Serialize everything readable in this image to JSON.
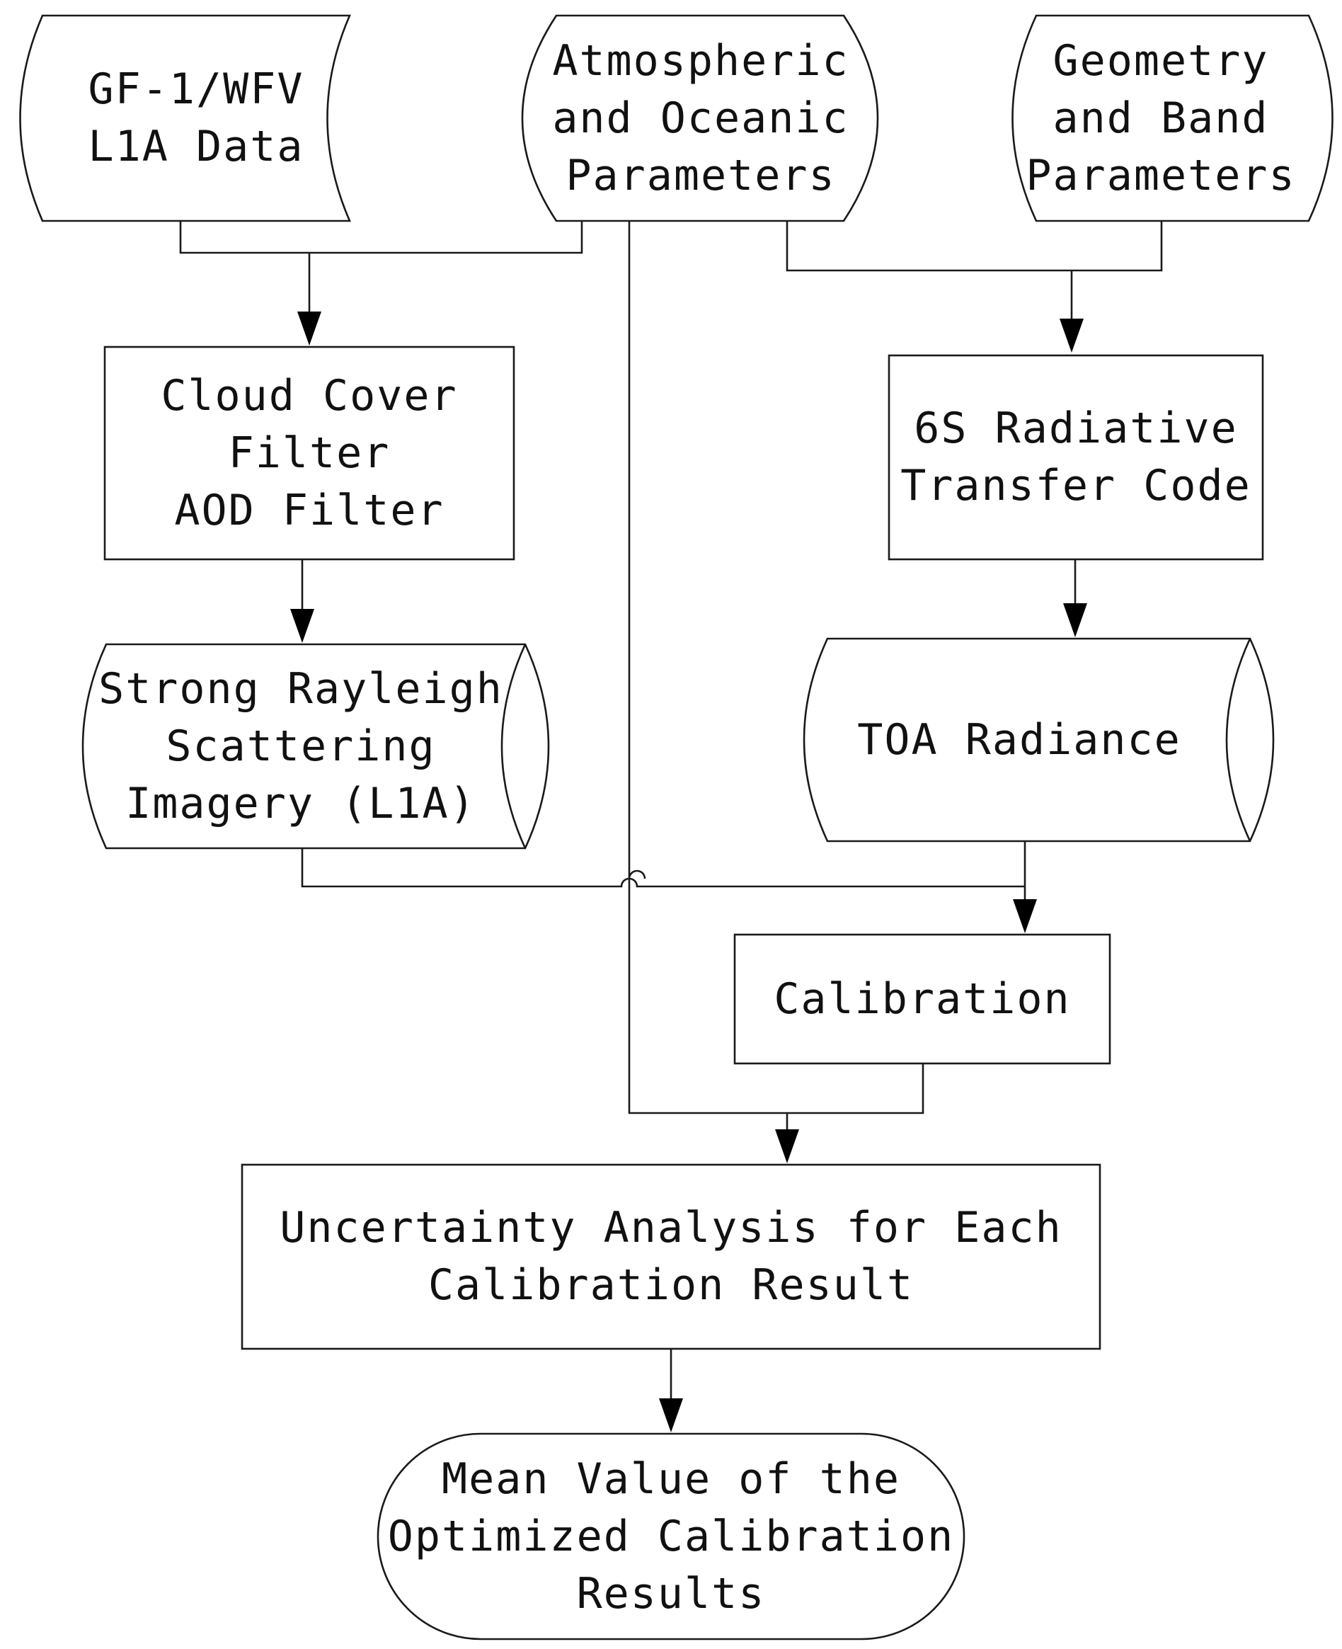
{
  "diagram": {
    "nodes": {
      "gf1_data": {
        "shape": "stored-data",
        "lines": [
          "GF-1/WFV",
          "L1A Data"
        ]
      },
      "atmo_params": {
        "shape": "stored-data",
        "lines": [
          "Atmospheric",
          "and Oceanic",
          "Parameters"
        ]
      },
      "geometry_params": {
        "shape": "stored-data",
        "lines": [
          "Geometry",
          "and Band",
          "Parameters"
        ]
      },
      "cloud_filter": {
        "shape": "process",
        "lines": [
          "Cloud Cover",
          "Filter",
          "AOD Filter"
        ]
      },
      "rt_code": {
        "shape": "process",
        "lines": [
          "6S Radiative",
          "Transfer Code"
        ]
      },
      "rayleigh_imagery": {
        "shape": "direct-access-storage",
        "lines": [
          "Strong Rayleigh",
          "Scattering",
          "Imagery (L1A)"
        ]
      },
      "toa_radiance": {
        "shape": "direct-access-storage",
        "lines": [
          "TOA Radiance"
        ]
      },
      "calibration": {
        "shape": "process",
        "lines": [
          "Calibration"
        ]
      },
      "uncertainty": {
        "shape": "process",
        "lines": [
          "Uncertainty Analysis for Each",
          "Calibration Result"
        ]
      },
      "mean_value": {
        "shape": "terminator",
        "lines": [
          "Mean Value of the",
          "Optimized Calibration",
          "Results"
        ]
      }
    },
    "edges": [
      {
        "from": [
          "gf1_data",
          "atmo_params"
        ],
        "to": "cloud_filter"
      },
      {
        "from": [
          "atmo_params",
          "geometry_params"
        ],
        "to": "rt_code"
      },
      {
        "from": [
          "cloud_filter"
        ],
        "to": "rayleigh_imagery"
      },
      {
        "from": [
          "rt_code"
        ],
        "to": "toa_radiance"
      },
      {
        "from": [
          "rayleigh_imagery",
          "toa_radiance"
        ],
        "to": "calibration"
      },
      {
        "from": [
          "atmo_params",
          "calibration"
        ],
        "to": "uncertainty"
      },
      {
        "from": [
          "uncertainty"
        ],
        "to": "mean_value"
      }
    ],
    "colors": {
      "stroke": "#1a1a1a",
      "fill": "#ffffff",
      "text": "#111111"
    }
  }
}
